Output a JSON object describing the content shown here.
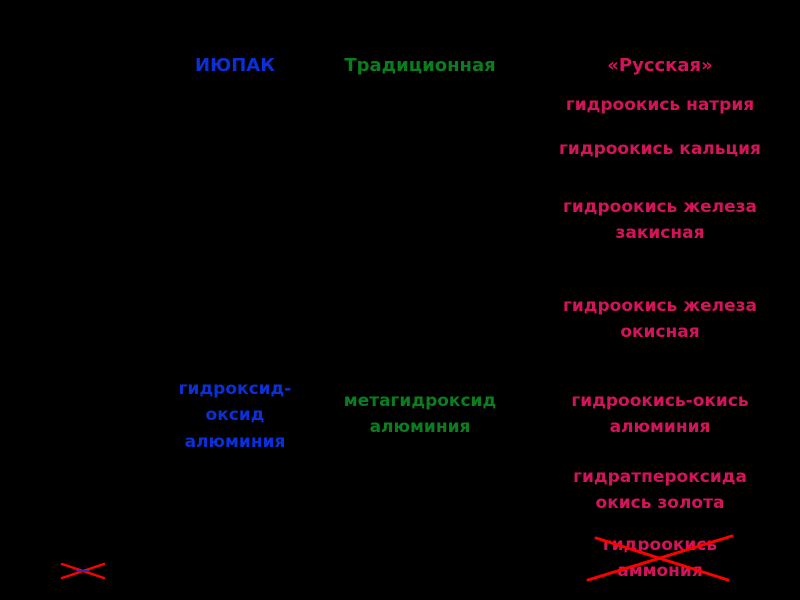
{
  "headers": {
    "iupac": "ИЮПАК",
    "traditional": "Традиционная",
    "russian": "«Русская»"
  },
  "colors": {
    "iupac": "#0b2fd8",
    "traditional": "#0a7d1e",
    "russian": "#d4145a",
    "cross": "#ff0000"
  },
  "russian_rows": {
    "r1_line1": "гидроокись натрия",
    "r2_line1": "гидроокись кальция",
    "r3_line1": "гидроокись железа",
    "r3_line2": "закисная",
    "r4_line1": "гидроокись железа",
    "r4_line2": "окисная",
    "r5_line1": "гидроокись-окись",
    "r5_line2": "алюминия",
    "r6_line1": "гидратпероксида",
    "r6_line2": "окись золота",
    "r7_line1": "гидроокись",
    "r7_line2": "аммония"
  },
  "iupac_rows": {
    "r5_line1": "гидроксид-",
    "r5_line2": "оксид",
    "r5_line3": "алюминия"
  },
  "traditional_rows": {
    "r5_line1": "метагидроксид",
    "r5_line2": "алюминия"
  }
}
